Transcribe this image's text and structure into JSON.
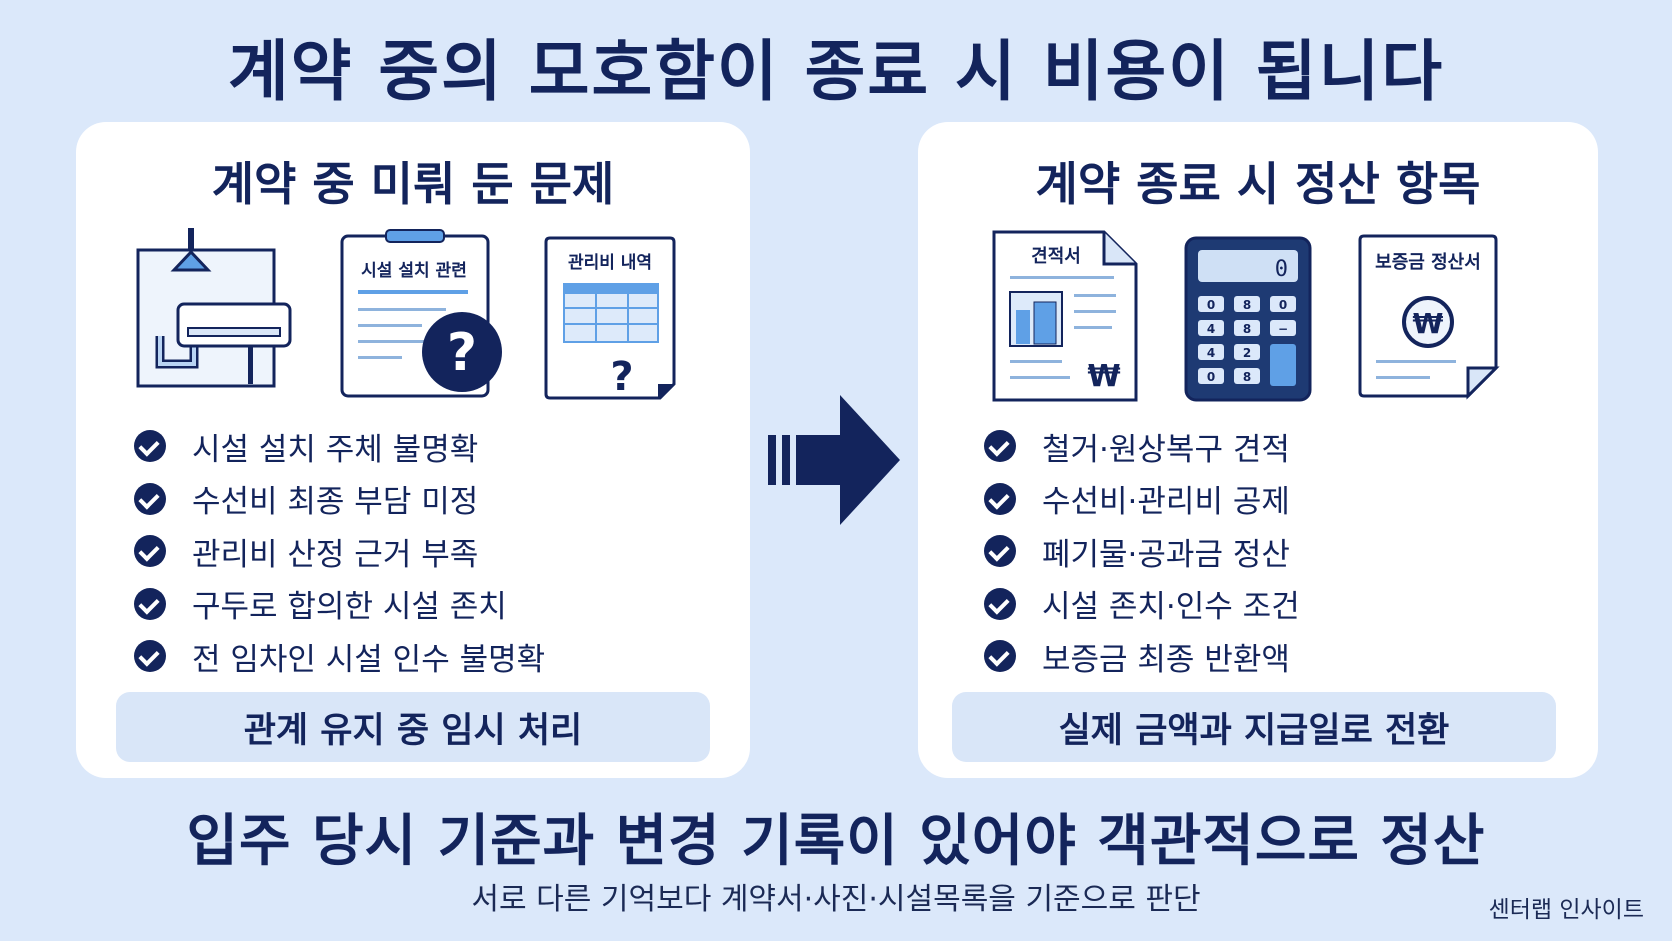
{
  "title": "계약 중의 모호함이 종료 시 비용이 됩니다",
  "left_panel": {
    "title": "계약 중 미뤄 둔 문제",
    "icons": [
      {
        "name": "aircon-installation-icon"
      },
      {
        "name": "clipboard-question-icon",
        "label": "시설 설치 관련"
      },
      {
        "name": "fee-sheet-question-icon",
        "label": "관리비 내역"
      }
    ],
    "items": [
      "시설 설치 주체 불명확",
      "수선비 최종 부담 미정",
      "관리비 산정 근거 부족",
      "구두로 합의한 시설 존치",
      "전 임차인 시설 인수 불명확"
    ],
    "footer": "관계 유지 중 임시 처리"
  },
  "right_panel": {
    "title": "계약 종료 시 정산 항목",
    "icons": [
      {
        "name": "estimate-document-icon",
        "label": "견적서",
        "symbol": "₩"
      },
      {
        "name": "calculator-icon",
        "display": "0",
        "keys": [
          "0",
          "8",
          "0",
          "4",
          "8",
          "−",
          "4",
          "2",
          "0",
          "8"
        ]
      },
      {
        "name": "deposit-settlement-icon",
        "label": "보증금 정산서",
        "symbol": "₩"
      }
    ],
    "items": [
      "철거·원상복구 견적",
      "수선비·관리비 공제",
      "폐기물·공과금 정산",
      "시설 존치·인수 조건",
      "보증금 최종 반환액"
    ],
    "footer": "실제 금액과 지급일로 전환"
  },
  "bottom": {
    "title": "입주 당시 기준과 변경 기록이 있어야 객관적으로 정산",
    "subtitle": "서로 다른 기억보다 계약서·사진·시설목록을 기준으로 판단"
  },
  "brand": "센터랩 인사이트",
  "colors": {
    "navy": "#13245c",
    "background": "#dbe8fa",
    "accent_blue": "#5fa0e6",
    "light_blue": "#d9e6f8"
  }
}
